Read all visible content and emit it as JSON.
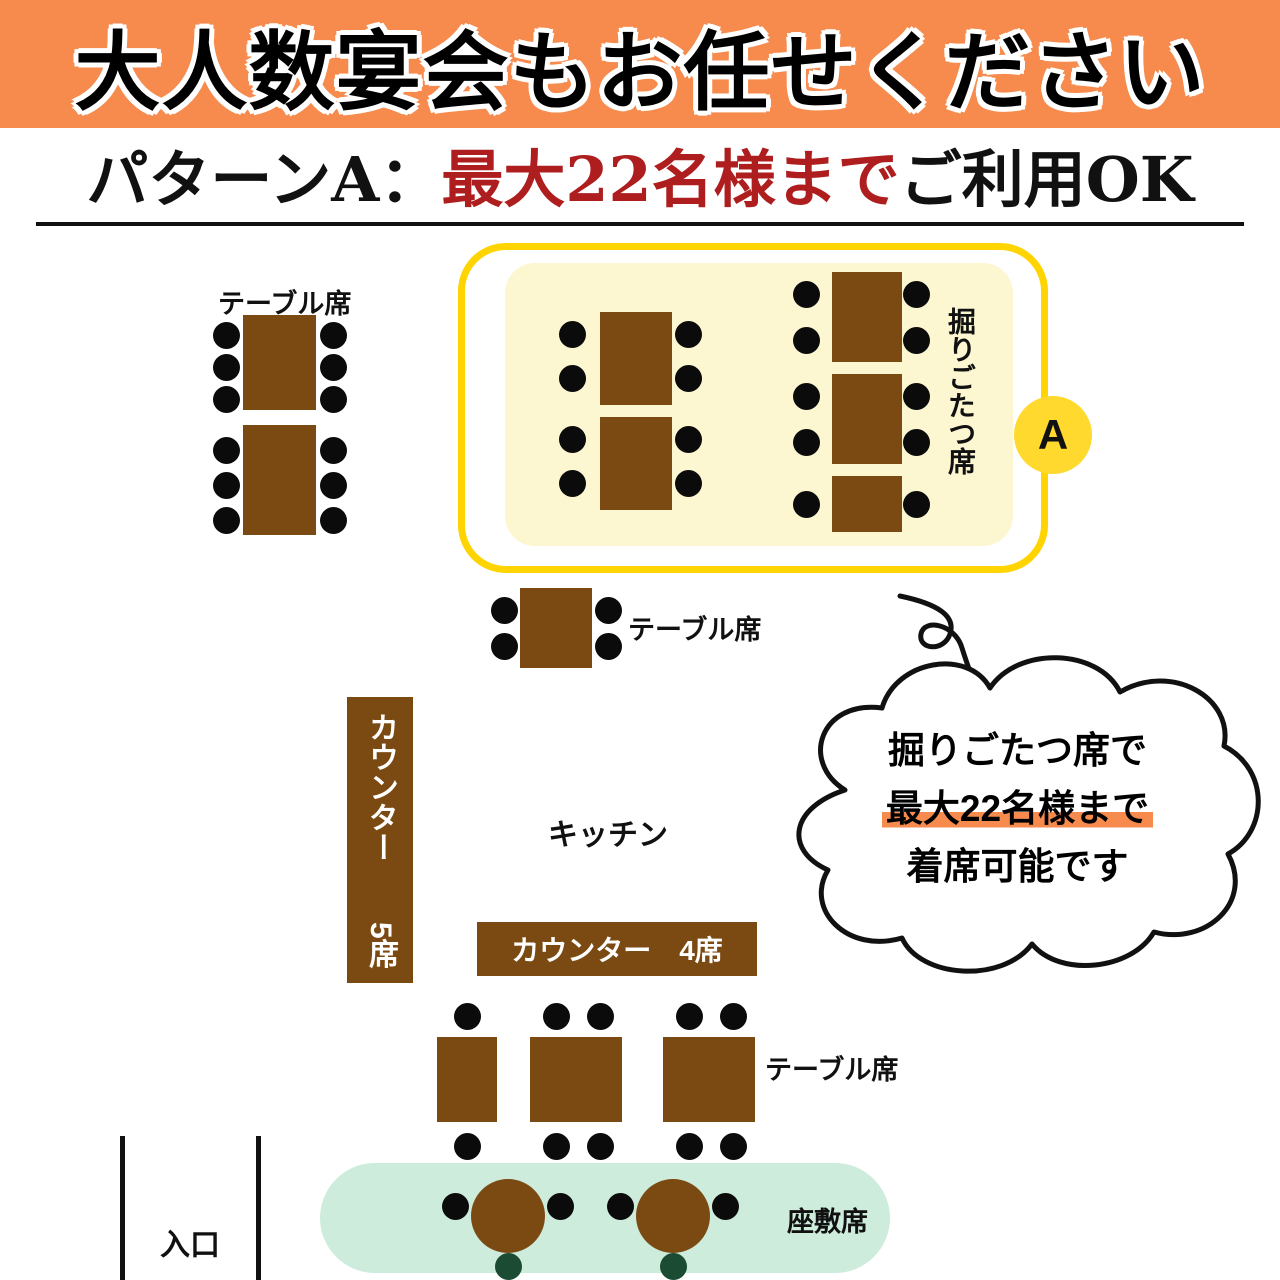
{
  "banner": {
    "title": "大人数宴会もお任せください"
  },
  "pattern": {
    "prefix": "パターンA：",
    "highlight": "最大22名様まで",
    "suffix": "ご利用OK"
  },
  "areas": {
    "table_top_label": "テーブル席",
    "kotatsu_label": "掘りごたつ席",
    "zone_marker": "A",
    "table_mid_label": "テーブル席",
    "counter5_label": "カウンター　　5席",
    "kitchen_label": "キッチン",
    "counter4_label": "カウンター　4席",
    "table_bottom_label": "テーブル席",
    "zashiki_label": "座敷席",
    "entrance_label": "入口"
  },
  "bubble": {
    "line1": "掘りごたつ席で",
    "line2": "最大22名様まで",
    "line3": "着席可能です"
  },
  "colors": {
    "banner_bg": "#F68B4D",
    "table_brown": "#7B4A12",
    "kotatsu_border": "#FFD400",
    "kotatsu_fill": "#FCF7D0",
    "zone_a_bg": "#FFD92E",
    "zashiki_bg": "#CDECDC",
    "accent_red": "#AF1E1E",
    "seat_black": "#0B0B0B",
    "seat_green": "#1C4B33",
    "highlight_orange": "#F68B4D",
    "line_black": "#111111"
  }
}
